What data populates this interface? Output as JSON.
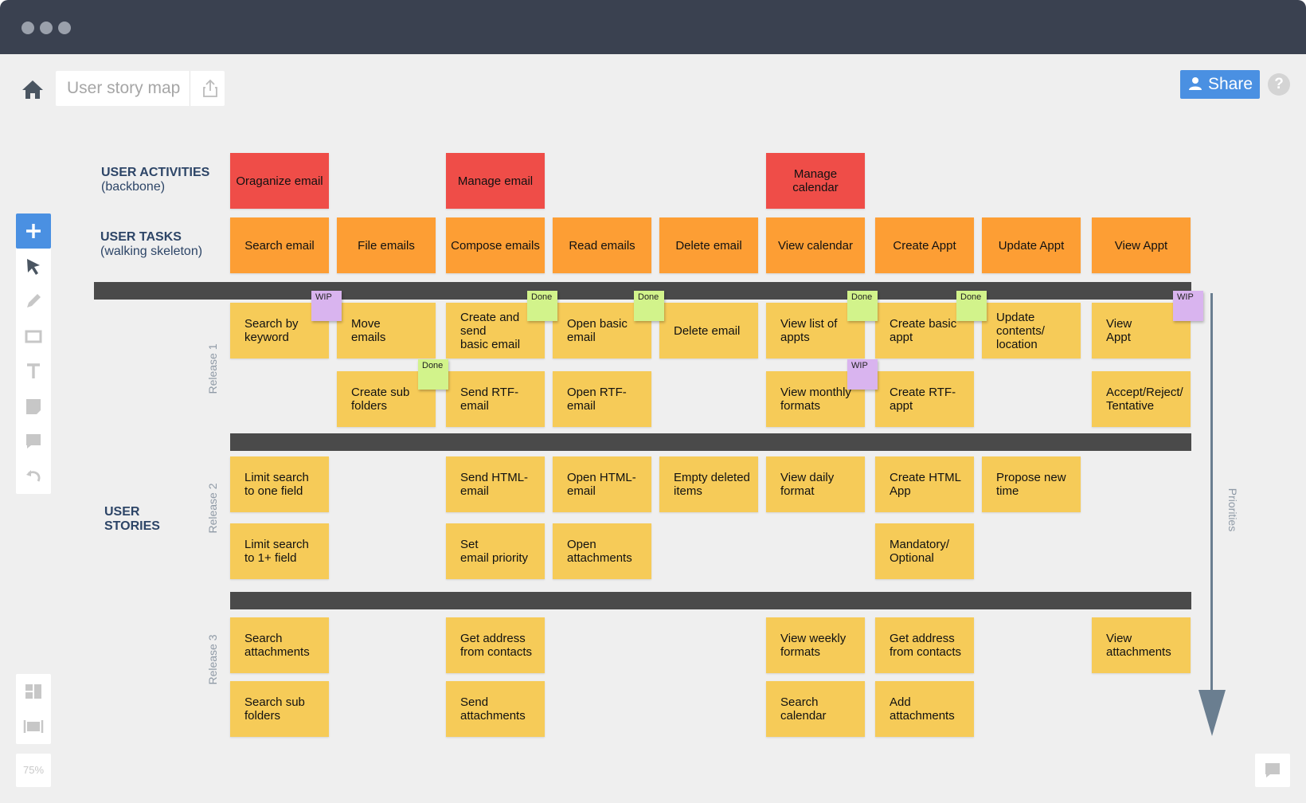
{
  "window": {
    "traffic_lights": 3
  },
  "toolbar": {
    "home_icon": "home-icon",
    "title": "User story map",
    "export_icon": "export-icon",
    "share_label": "Share",
    "help_label": "?"
  },
  "left_tools": [
    "plus-icon",
    "pointer-icon",
    "pencil-icon",
    "rectangle-icon",
    "text-icon",
    "sticky-note-icon",
    "comment-icon",
    "undo-icon"
  ],
  "bottom_tools": [
    "panels-icon",
    "fit-screen-icon"
  ],
  "zoom": "75%",
  "labels": {
    "activities_title": "USER ACTIVITIES",
    "activities_sub": "(backbone)",
    "tasks_title": "USER TASKS",
    "tasks_sub": "(walking skeleton)",
    "stories_title_1": "USER",
    "stories_title_2": "STORIES",
    "release1": "Release 1",
    "release2": "Release 2",
    "release3": "Release 3",
    "priorities": "Priorities"
  },
  "activities": [
    {
      "col": 0,
      "text": "Oraganize email"
    },
    {
      "col": 2,
      "text": "Manage email"
    },
    {
      "col": 5,
      "text": "Manage\ncalendar"
    }
  ],
  "tasks": [
    "Search email",
    "File emails",
    "Compose emails",
    "Read emails",
    "Delete email",
    "View calendar",
    "Create Appt",
    "Update Appt",
    "View Appt"
  ],
  "stories": [
    {
      "col": 0,
      "row": 0,
      "text": "Search by\nkeyword"
    },
    {
      "col": 1,
      "row": 0,
      "text": "Move\nemails"
    },
    {
      "col": 2,
      "row": 0,
      "text": "Create and send\nbasic email"
    },
    {
      "col": 3,
      "row": 0,
      "text": "Open basic\nemail"
    },
    {
      "col": 4,
      "row": 0,
      "text": "Delete email"
    },
    {
      "col": 5,
      "row": 0,
      "text": "View list of\nappts"
    },
    {
      "col": 6,
      "row": 0,
      "text": "Create basic\nappt"
    },
    {
      "col": 7,
      "row": 0,
      "text": "Update\ncontents/\nlocation"
    },
    {
      "col": 8,
      "row": 0,
      "text": "View\nAppt"
    },
    {
      "col": 1,
      "row": 1,
      "text": "Create sub\nfolders"
    },
    {
      "col": 2,
      "row": 1,
      "text": "Send RTF-\nemail"
    },
    {
      "col": 3,
      "row": 1,
      "text": "Open RTF-\nemail"
    },
    {
      "col": 5,
      "row": 1,
      "text": "View monthly\nformats"
    },
    {
      "col": 6,
      "row": 1,
      "text": "Create RTF-\nappt"
    },
    {
      "col": 8,
      "row": 1,
      "text": "Accept/Reject/\nTentative"
    },
    {
      "col": 0,
      "row": 2,
      "text": "Limit search\nto one field"
    },
    {
      "col": 2,
      "row": 2,
      "text": "Send HTML-\nemail"
    },
    {
      "col": 3,
      "row": 2,
      "text": "Open HTML-\nemail"
    },
    {
      "col": 4,
      "row": 2,
      "text": "Empty deleted\nitems"
    },
    {
      "col": 5,
      "row": 2,
      "text": "View daily\nformat"
    },
    {
      "col": 6,
      "row": 2,
      "text": "Create HTML\nApp"
    },
    {
      "col": 7,
      "row": 2,
      "text": "Propose new\ntime"
    },
    {
      "col": 0,
      "row": 3,
      "text": "Limit search\nto 1+ field"
    },
    {
      "col": 2,
      "row": 3,
      "text": "Set\nemail priority"
    },
    {
      "col": 3,
      "row": 3,
      "text": "Open\nattachments"
    },
    {
      "col": 6,
      "row": 3,
      "text": "Mandatory/\nOptional"
    },
    {
      "col": 0,
      "row": 4,
      "text": "Search\nattachments"
    },
    {
      "col": 2,
      "row": 4,
      "text": "Get address\nfrom contacts"
    },
    {
      "col": 5,
      "row": 4,
      "text": "View weekly\nformats"
    },
    {
      "col": 6,
      "row": 4,
      "text": "Get address\nfrom contacts"
    },
    {
      "col": 8,
      "row": 4,
      "text": "View\nattachments"
    },
    {
      "col": 0,
      "row": 5,
      "text": "Search sub\nfolders"
    },
    {
      "col": 2,
      "row": 5,
      "text": "Send\nattachments"
    },
    {
      "col": 5,
      "row": 5,
      "text": "Search\ncalendar"
    },
    {
      "col": 6,
      "row": 5,
      "text": "Add\nattachments"
    }
  ],
  "tags": [
    {
      "col": 0,
      "row": 0,
      "text": "WIP",
      "kind": "wip"
    },
    {
      "col": 2,
      "row": 0,
      "text": "Done",
      "kind": "done"
    },
    {
      "col": 3,
      "row": 0,
      "text": "Done",
      "kind": "done"
    },
    {
      "col": 5,
      "row": 0,
      "text": "Done",
      "kind": "done"
    },
    {
      "col": 6,
      "row": 0,
      "text": "Done",
      "kind": "done"
    },
    {
      "col": 8,
      "row": 0,
      "text": "WIP",
      "kind": "wip"
    },
    {
      "col": 1,
      "row": 1,
      "text": "Done",
      "kind": "done"
    },
    {
      "col": 5,
      "row": 1,
      "text": "WIP",
      "kind": "wip"
    }
  ],
  "colors": {
    "activity": "#ef4d48",
    "task": "#fd9e34",
    "story": "#f6cb58",
    "done_tag": "#d2f38b",
    "wip_tag": "#d9b4ef",
    "accent": "#4a90e2"
  }
}
